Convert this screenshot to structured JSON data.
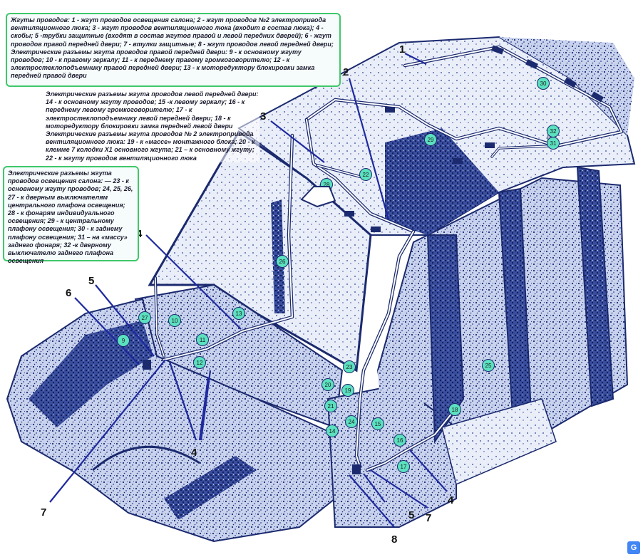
{
  "legend_harness": [
    "Жгуты проводов: 1 - жгут проводов освещения салона; 2 - жгут проводов №2 электропривода вентиляционного люка; 3 - жгут проводов вентиляционного люка (входит в состав люка); 4 - скобы; 5 -трубки защитные (входят в состав жгутов правой и левой передних дверей); 6 - жгут проводов правой передней двери; 7 - втулки защитные; 8 - жгут проводов левой передней двери;",
    "Электрические разъемы жгута проводов правой передней двери: 9 - к основному жгуту проводов; 10 - к правому зеркалу; 11 - к переднему правому громкоговорителю; 12 - к электростеклоподъемнику правой передней двери; 13 - к моторедуктору блокировки замка передней правой двери"
  ],
  "legend_connectors": [
    "Электрические разъемы жгута проводов левой передней двери: 14 - к основному жгуту проводов; 15 -к левому зеркалу; 16 - к переднему левому громкоговорителю; 17 - к электростеклоподъемнику левой передней двери; 18 - к моторедуктору блокировки замка передней левой двери",
    "Электрические разъемы жгута проводов № 2 электропривода вентиляционного люка: 19 - к «массе» монтажного блока; 20 - к клемме 7 колодки X1 основного жгута; 21 – к основному жгуту; 22 - к жгуту проводов вентиляционного люка"
  ],
  "legend_lighting": [
    "Электрические разъемы жгута проводов освещения салона: — 23 - к основному жгуту проводов; 24, 25, 26, 27 - к дверным выключателям центрального плафона освещения; 28 - к фонарям индивидуального освещения; 29 - к центральному плафону освещения; 30 - к заднему плафону освещения; 31 – на «массу» заднего фонаря; 32 -к дверному выключателю заднего плафона освещения"
  ],
  "callouts": [
    "1",
    "2",
    "3",
    "4",
    "4",
    "4",
    "5",
    "5",
    "6",
    "7",
    "7",
    "8"
  ],
  "connectors": [
    "9",
    "10",
    "11",
    "12",
    "13",
    "14",
    "15",
    "16",
    "17",
    "18",
    "19",
    "20",
    "21",
    "22",
    "23",
    "24",
    "25",
    "26",
    "27",
    "28",
    "29",
    "30",
    "31",
    "32"
  ],
  "colors": {
    "leader": "#1f2a9e",
    "connector_fill": "#5ce1c0",
    "legend_border": "#3fc86a",
    "body_ink": "#1b2a6e",
    "background": "#ffffff"
  },
  "badge_icon": "google-translate-icon",
  "badge_label": "G"
}
